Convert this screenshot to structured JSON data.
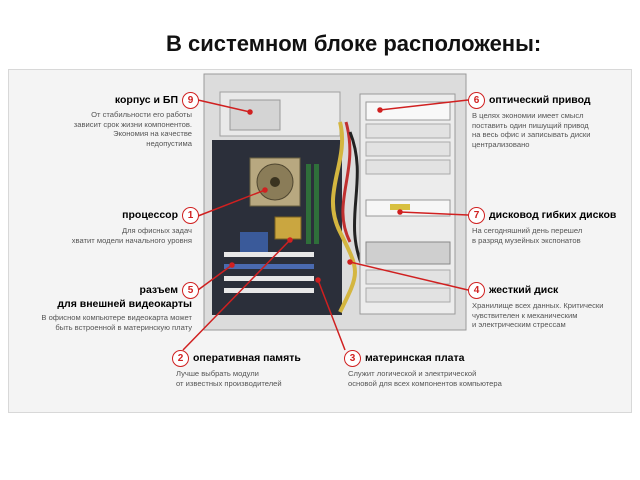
{
  "title": "В системном блоке расположены:",
  "colors": {
    "accent": "#d02020",
    "panel": "#f4f4f4"
  },
  "callouts": [
    {
      "num": "9",
      "title": "корпус и БП",
      "desc": [
        "От стабильности его работы",
        "зависит срок жизни компонентов.",
        "Экономия на качестве",
        "недопустима"
      ]
    },
    {
      "num": "1",
      "title": "процессор",
      "desc": [
        "Для офисных задач",
        "хватит модели начального уровня"
      ]
    },
    {
      "num": "5",
      "title": "разъем",
      "title2": "для внешней видеокарты",
      "desc": [
        "В офисном компьютере видеокарта может",
        "быть встроенной в материнскую плату"
      ]
    },
    {
      "num": "2",
      "title": "оперативная память",
      "desc": [
        "Лучше выбрать модули",
        "от известных производителей"
      ]
    },
    {
      "num": "3",
      "title": "материнская плата",
      "desc": [
        "Служит логической и электрической",
        "основой для всех компонентов компьютера"
      ]
    },
    {
      "num": "6",
      "title": "оптический привод",
      "desc": [
        "В целях экономии имеет смысл",
        "поставить один пишущий привод",
        "на весь офис и записывать диски",
        "централизовано"
      ]
    },
    {
      "num": "7",
      "title": "дисковод гибких дисков",
      "desc": [
        "На сегодняшний день перешел",
        "в разряд музейных экспонатов"
      ]
    },
    {
      "num": "4",
      "title": "жесткий диск",
      "desc": [
        "Хранилище всех данных. Критически",
        "чувствителен к механическим",
        "и электрическим стрессам"
      ]
    }
  ]
}
